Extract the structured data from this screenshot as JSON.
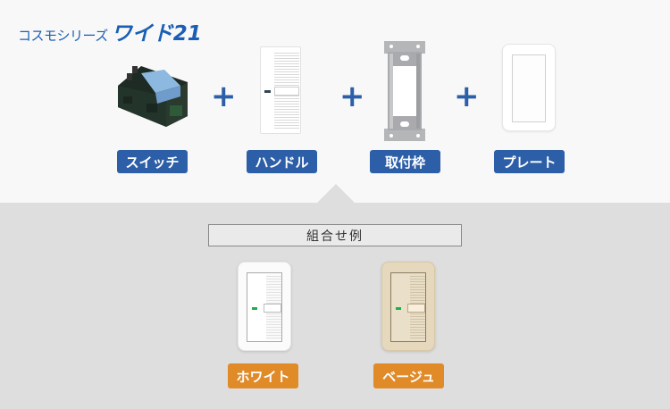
{
  "header": {
    "series": "コスモシリーズ",
    "product_name": "ワイド21"
  },
  "components": [
    {
      "label": "スイッチ",
      "icon": "switch-body-icon"
    },
    {
      "label": "ハンドル",
      "icon": "handle-icon"
    },
    {
      "label": "取付枠",
      "icon": "mounting-frame-icon"
    },
    {
      "label": "プレート",
      "icon": "plate-icon"
    }
  ],
  "operators": [
    "+",
    "+",
    "+"
  ],
  "examples": {
    "title": "組合せ例",
    "items": [
      {
        "label": "ホワイト",
        "color": "#fbfbfb"
      },
      {
        "label": "ベージュ",
        "color": "#e6d8bd"
      }
    ]
  },
  "colors": {
    "brand_blue": "#1a5fb4",
    "label_blue": "#2d5fa8",
    "label_orange": "#e08a28",
    "top_bg": "#f8f8f8",
    "bottom_bg": "#dedede"
  }
}
